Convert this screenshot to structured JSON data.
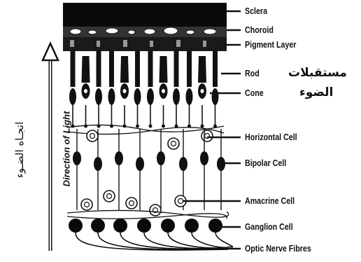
{
  "labels": {
    "sclera": "Sclera",
    "choroid": "Choroid",
    "pigment_layer": "Pigment Layer",
    "rod": "Rod",
    "cone": "Cone",
    "horizontal_cell": "Horizontal Cell",
    "bipolar_cell": "Bipolar Cell",
    "amacrine_cell": "Amacrine Cell",
    "ganglion_cell": "Ganglion Cell",
    "optic_nerve_fibres": "Optic Nerve Fibres"
  },
  "arabic": {
    "photoreceptors_line1": "مستقبلات",
    "photoreceptors_line2": "الضوء",
    "direction_of_light": "اتجـاه الضـوء"
  },
  "direction_label": "Direction of Light"
}
